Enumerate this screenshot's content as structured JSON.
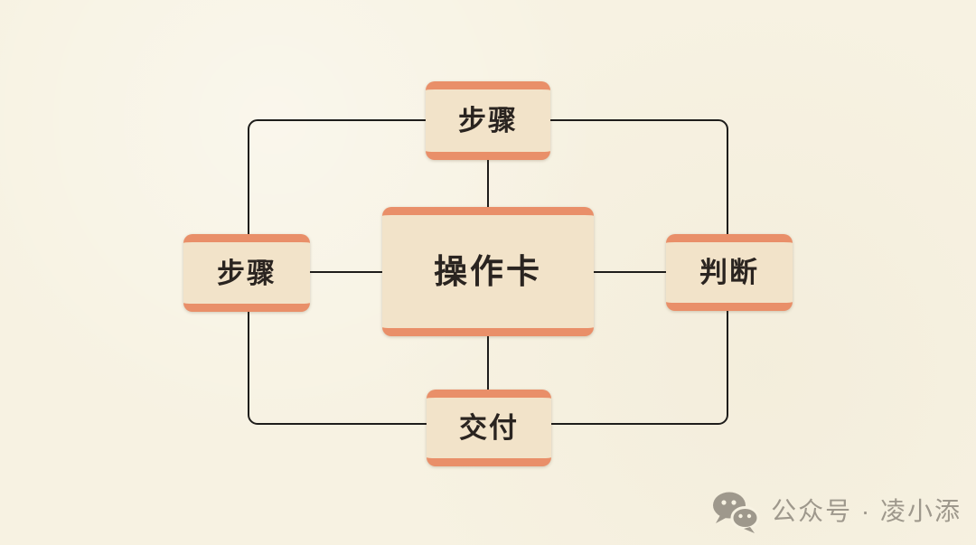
{
  "page": {
    "background_color": "#f7f2e2"
  },
  "diagram": {
    "nodes": {
      "top": {
        "label": "步骤"
      },
      "left": {
        "label": "步骤"
      },
      "center": {
        "label": "操作卡"
      },
      "right": {
        "label": "判断"
      },
      "bottom": {
        "label": "交付"
      }
    },
    "connections": [
      "top-left-bottom outer loop",
      "top-right-bottom outer loop",
      "top-center",
      "left-center",
      "right-center",
      "center-bottom"
    ],
    "colors": {
      "node_fill": "#f2e3c9",
      "node_accent_bar": "#e98f69",
      "node_text": "#2a2420",
      "connector_line": "#1e1d1b"
    }
  },
  "watermark": {
    "icon": "wechat-chat-bubbles-icon",
    "text": "公众号 · 凌小添",
    "color": "#9e988c"
  }
}
